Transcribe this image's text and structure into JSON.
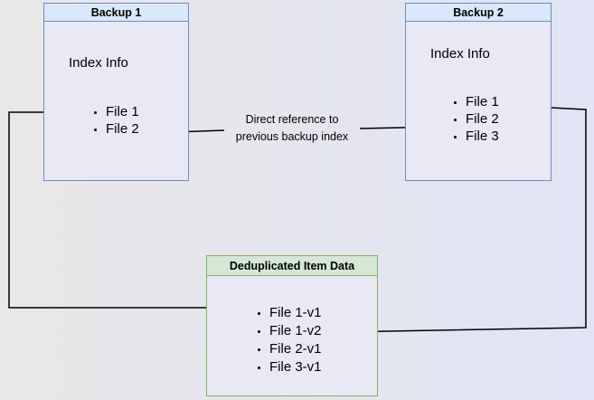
{
  "diagram": {
    "backup1": {
      "title": "Backup 1",
      "section_label": "Index Info",
      "items": [
        "File 1",
        "File 2"
      ]
    },
    "backup2": {
      "title": "Backup 2",
      "section_label": "Index Info",
      "items": [
        "File 1",
        "File 2",
        "File 3"
      ]
    },
    "dedup": {
      "title": "Deduplicated Item Data",
      "items": [
        "File 1-v1",
        "File 1-v2",
        "File 2-v1",
        "File 3-v1"
      ]
    },
    "annotation": {
      "line1": "Direct reference to",
      "line2": "previous backup index"
    }
  },
  "colors": {
    "bg_left": "#eae7e7",
    "bg_right": "#e0e4f4",
    "body_fill": "#e8e9f4",
    "blue_fill": "#dae8fc",
    "blue_border": "#6c8ebf",
    "green_fill": "#d5e8d4",
    "green_border": "#82b366",
    "ink": "#000000",
    "arrow": "#000000"
  }
}
